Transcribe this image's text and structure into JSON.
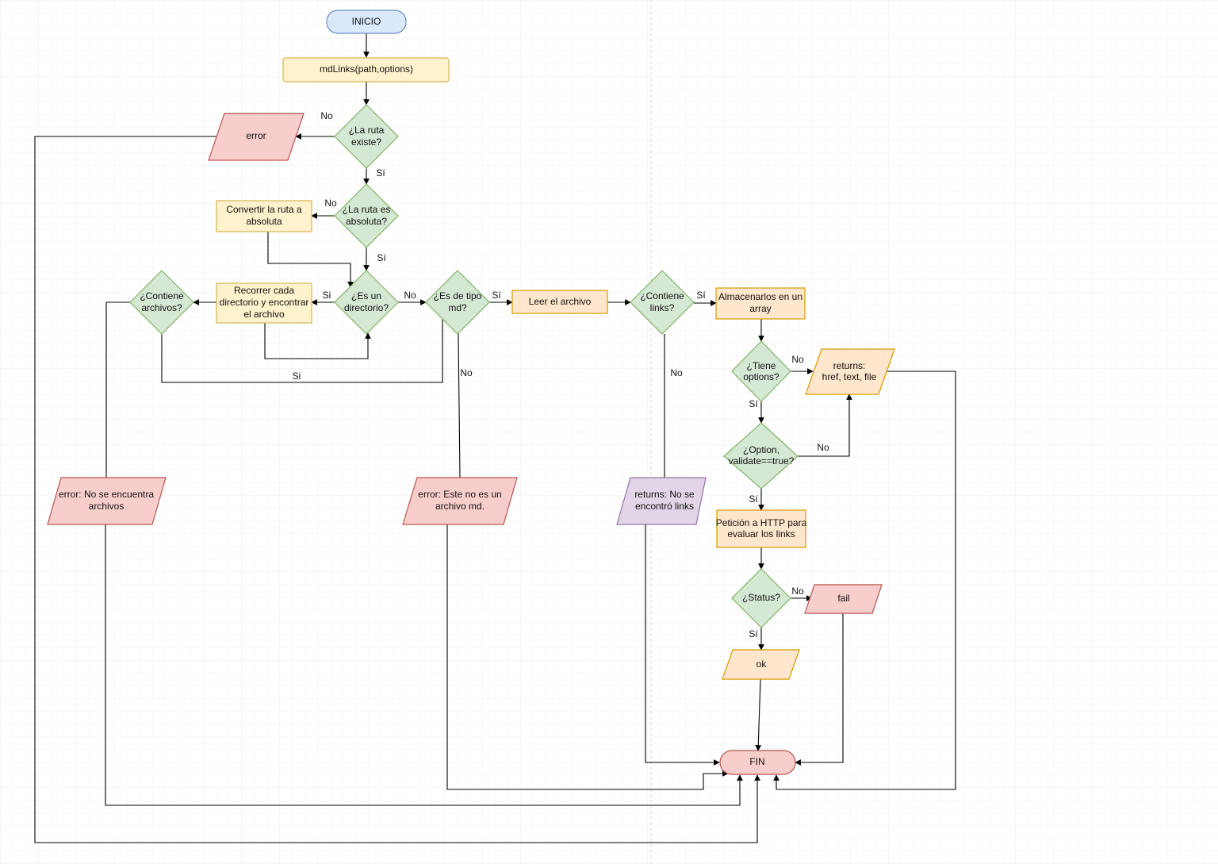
{
  "colors": {
    "terminal_start": "#dae8fc",
    "terminal_start_stroke": "#6c8ebf",
    "terminal_end": "#f8cecc",
    "terminal_end_stroke": "#b85450",
    "process": "#fff2cc",
    "process_stroke": "#d6b656",
    "process_orange": "#ffe6cc",
    "process_orange_stroke": "#d79b00",
    "decision": "#d5e8d4",
    "decision_stroke": "#82b366",
    "error": "#f8cecc",
    "error_stroke": "#b85450",
    "output_purple": "#e1d5e7",
    "output_purple_stroke": "#9673a6",
    "grid": "#e6eee6"
  },
  "nodes": {
    "inicio": {
      "lines": [
        "INICIO"
      ]
    },
    "mdlinks": {
      "lines": [
        "mdLinks(path,options)"
      ]
    },
    "ruta_existe": {
      "lines": [
        "¿La ruta",
        "existe?"
      ]
    },
    "error": {
      "lines": [
        "error"
      ]
    },
    "ruta_absoluta": {
      "lines": [
        "¿La ruta es",
        "absoluta?"
      ]
    },
    "convertir": {
      "lines": [
        "Convertir la ruta a",
        "absoluta"
      ]
    },
    "es_directorio": {
      "lines": [
        "¿Es un",
        "directorio?"
      ]
    },
    "recorrer": {
      "lines": [
        "Recorrer cada",
        "directorio y encontrar",
        "el archivo"
      ]
    },
    "contiene_archivos": {
      "lines": [
        "¿Contiene",
        "archivos?"
      ]
    },
    "tipo_md": {
      "lines": [
        "¿Es de tipo",
        "md?"
      ]
    },
    "leer": {
      "lines": [
        "Leer el archivo"
      ]
    },
    "contiene_links": {
      "lines": [
        "¿Contiene",
        "links?"
      ]
    },
    "almacenar": {
      "lines": [
        "Almacenarlos en un",
        "array"
      ]
    },
    "tiene_options": {
      "lines": [
        "¿Tiene",
        "options?"
      ]
    },
    "returns_href": {
      "lines": [
        "returns:",
        "href, text, file"
      ]
    },
    "option_validate": {
      "lines": [
        "¿Option,",
        "validate==true?"
      ]
    },
    "peticion": {
      "lines": [
        "Petición a HTTP para",
        "evaluar los links"
      ]
    },
    "status": {
      "lines": [
        "¿Status?"
      ]
    },
    "fail": {
      "lines": [
        "fail"
      ]
    },
    "ok": {
      "lines": [
        "ok"
      ]
    },
    "error_archivos": {
      "lines": [
        "error: No se encuentra",
        "archivos"
      ]
    },
    "error_md": {
      "lines": [
        "error: Este no es un",
        "archivo md."
      ]
    },
    "returns_nolinks": {
      "lines": [
        "returns: No se",
        "encontró links"
      ]
    },
    "fin": {
      "lines": [
        "FIN"
      ]
    }
  },
  "edge_labels": {
    "existe_no": "No",
    "existe_si": "Sí",
    "absoluta_no": "No",
    "absoluta_si": "Sí",
    "directorio_si": "Si",
    "directorio_no": "No",
    "archivos_si": "Si",
    "md_si": "Sí",
    "md_no": "No",
    "links_si": "Sí",
    "links_no": "No",
    "options_no": "No",
    "options_si": "Sí",
    "validate_no": "No",
    "validate_si": "Sí",
    "status_no": "No",
    "status_si": "Sí"
  }
}
